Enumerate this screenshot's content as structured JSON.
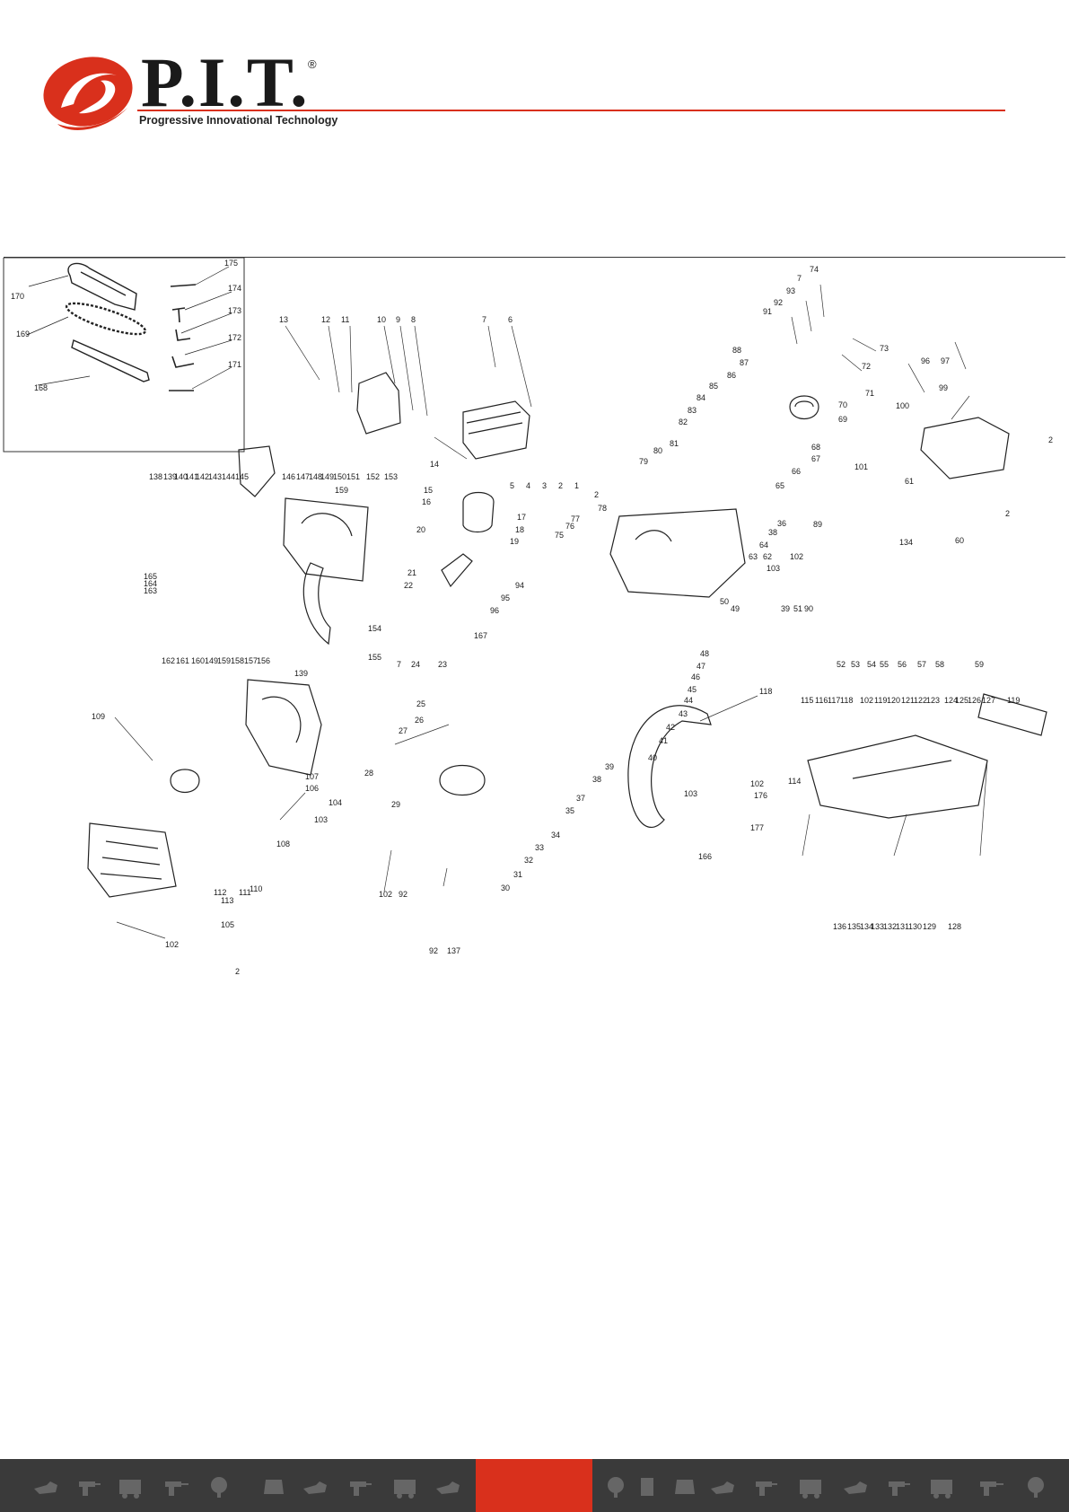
{
  "brand": {
    "name": "P.I.T.",
    "registered_mark": "®",
    "tagline": "Progressive Innovational Technology",
    "accent_color": "#d9301c"
  },
  "inset_labels": [
    "175",
    "174",
    "173",
    "172",
    "171",
    "170",
    "169",
    "168"
  ],
  "part_labels": [
    "13",
    "12",
    "11",
    "10",
    "9",
    "8",
    "7",
    "6",
    "5",
    "4",
    "3",
    "2",
    "1",
    "14",
    "15",
    "16",
    "17",
    "18",
    "19",
    "20",
    "21",
    "22",
    "138",
    "139",
    "140",
    "141",
    "142",
    "143",
    "144",
    "145",
    "146",
    "147",
    "148",
    "149",
    "150",
    "151",
    "152",
    "153",
    "159",
    "165",
    "164",
    "163",
    "162",
    "161",
    "160",
    "149",
    "159",
    "158",
    "157",
    "156",
    "154",
    "155",
    "139",
    "94",
    "95",
    "96",
    "167",
    "7",
    "24",
    "23",
    "25",
    "26",
    "27",
    "28",
    "29",
    "102",
    "92",
    "30",
    "31",
    "32",
    "33",
    "34",
    "35",
    "37",
    "38",
    "39",
    "40",
    "41",
    "42",
    "43",
    "44",
    "45",
    "46",
    "47",
    "48",
    "49",
    "50",
    "39",
    "51",
    "90",
    "91",
    "92",
    "93",
    "7",
    "74",
    "73",
    "72",
    "71",
    "70",
    "69",
    "68",
    "67",
    "66",
    "65",
    "36",
    "38",
    "64",
    "63",
    "62",
    "102",
    "103",
    "89",
    "88",
    "87",
    "86",
    "85",
    "84",
    "83",
    "82",
    "81",
    "80",
    "79",
    "78",
    "77",
    "76",
    "75",
    "2",
    "2",
    "96",
    "97",
    "99",
    "100",
    "101",
    "61",
    "60",
    "134",
    "52",
    "53",
    "54",
    "55",
    "56",
    "57",
    "58",
    "59",
    "2",
    "109",
    "103",
    "104",
    "106",
    "107",
    "108",
    "110",
    "111",
    "112",
    "113",
    "105",
    "2",
    "102",
    "92",
    "137",
    "118",
    "102",
    "176",
    "177",
    "103",
    "166",
    "114",
    "115",
    "116",
    "117",
    "118",
    "102",
    "119",
    "120",
    "121",
    "122",
    "123",
    "124",
    "125",
    "126",
    "127",
    "119",
    "136",
    "135",
    "134",
    "133",
    "132",
    "131",
    "130",
    "129",
    "128"
  ]
}
